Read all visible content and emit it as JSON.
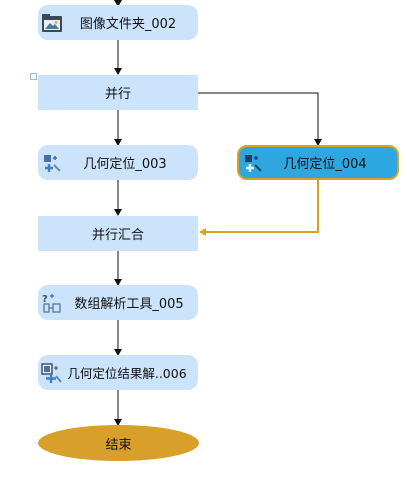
{
  "nodes": {
    "image_folder": {
      "label": "图像文件夹_002",
      "icon": "folder-image-icon"
    },
    "parallel": {
      "label": "并行"
    },
    "geo_locate_003": {
      "label": "几何定位_003",
      "icon": "geometry-locate-icon"
    },
    "geo_locate_004": {
      "label": "几何定位_004",
      "icon": "geometry-locate-icon"
    },
    "parallel_join": {
      "label": "并行汇合"
    },
    "array_parser": {
      "label": "数组解析工具_005",
      "icon": "array-parse-icon"
    },
    "geo_result_parse": {
      "label": "几何定位结果解..006",
      "icon": "geometry-result-icon"
    },
    "end": {
      "label": "结束"
    }
  },
  "colors": {
    "node_fill": "#cce4fb",
    "selected_fill": "#2ea6e0",
    "selected_border": "#d9a320",
    "end_fill": "#d8a02a",
    "edge": "#111111",
    "selected_edge": "#d9a320"
  }
}
